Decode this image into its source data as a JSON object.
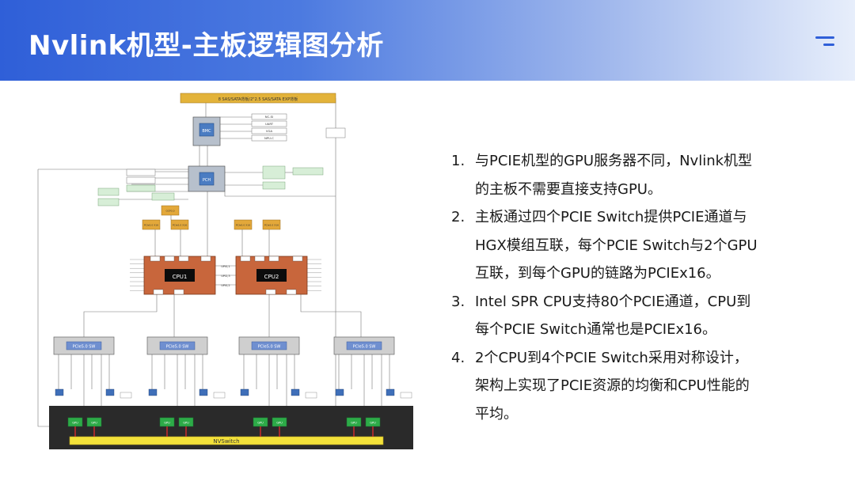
{
  "header": {
    "title": "Nvlink机型-主板逻辑图分析",
    "accent_color": "#2f5fd8",
    "menu_icon": "menu-icon"
  },
  "diagram": {
    "top_bar": "8 SAS/SATA背板/2\"2.5 SAS/SATA EXP背板",
    "bmc": "BMC",
    "pch": "PCH",
    "cpus": [
      "CPU1",
      "CPU2"
    ],
    "switch_label": "PCIe5.0 SW",
    "gpu_label": "GPU",
    "nvswitch": "NVSwitch",
    "ocp_label": "OCP3.0",
    "pcie_slot_label": "PCIe5.0 X16",
    "upi_labels": [
      "UPI0,1",
      "UPI2,3",
      "UPI0,2"
    ],
    "bmc_outputs": [
      "NC-SI",
      "UART",
      "VGA",
      "NPU-C"
    ],
    "colors": {
      "cpu": "#c8663c",
      "switch": "#cfcfcf",
      "gpu": "#2dab48",
      "nvswitch": "#f3e13a",
      "hgx_board": "#2a2a2a",
      "top_bar": "#e3b33a",
      "slot": "#e3a83a",
      "nic": "#3f6fb9",
      "green_module": "#d7eed7",
      "link_red": "#d62b2b"
    }
  },
  "notes": [
    {
      "num": "1.",
      "text": "与PCIE机型的GPU服务器不同，Nvlink机型\n的主板不需要直接支持GPU。"
    },
    {
      "num": "2.",
      "text": "主板通过四个PCIE Switch提供PCIE通道与\nHGX模组互联，每个PCIE Switch与2个GPU\n互联，到每个GPU的链路为PCIEx16。"
    },
    {
      "num": "3.",
      "text": "Intel SPR CPU支持80个PCIE通道，CPU到\n每个PCIE Switch通常也是PCIEx16。"
    },
    {
      "num": "4.",
      "text": "2个CPU到4个PCIE Switch采用对称设计，\n架构上实现了PCIE资源的均衡和CPU性能的\n平均。"
    }
  ]
}
